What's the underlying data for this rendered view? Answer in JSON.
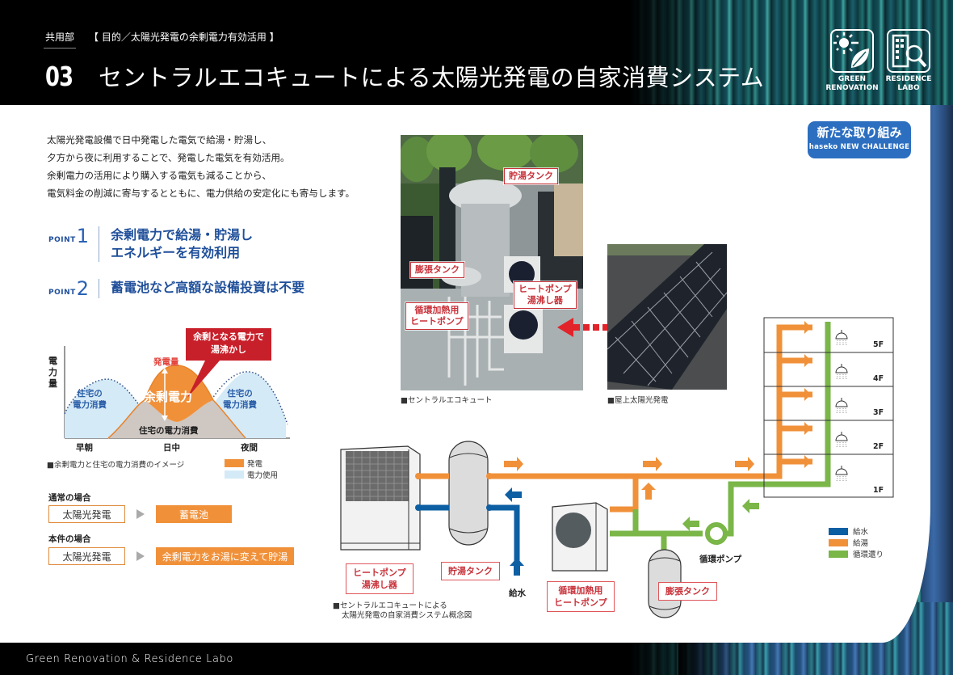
{
  "header": {
    "section": "共用部",
    "purpose": "【 目的／太陽光発電の余剰電力有効活用 】",
    "number": "03",
    "title": "セントラルエコキュートによる太陽光発電の自家消費システム",
    "badges": [
      {
        "icon": "green-renovation-icon",
        "label_line1": "GREEN",
        "label_line2": "RENOVATION"
      },
      {
        "icon": "residence-labo-icon",
        "label_line1": "RESIDENCE",
        "label_line2": "LABO"
      }
    ]
  },
  "new_challenge": {
    "jp": "新たな取り組み",
    "en": "haseko NEW CHALLENGE"
  },
  "intro": [
    "太陽光発電設備で日中発電した電気で給湯・貯湯し、",
    "夕方から夜に利用することで、発電した電気を有効活用。",
    "余剰電力の活用により購入する電気も減ることから、",
    "電気料金の削減に寄与するとともに、電力供給の安定化にも寄与します。"
  ],
  "points": [
    {
      "label": "POINT",
      "num": "1",
      "line1": "余剰電力で給湯・貯湯し",
      "line2": "エネルギーを有効利用"
    },
    {
      "label": "POINT",
      "num": "2",
      "line1": "蓄電池など高額な設備投資は不要",
      "line2": ""
    }
  ],
  "chart_data": {
    "type": "area",
    "title": "余剰電力と住宅の電力消費のイメージ",
    "ylabel": "電力量",
    "xlabel": "",
    "categories": [
      "早朝",
      "日中",
      "夜間"
    ],
    "series": [
      {
        "name": "発電",
        "color": "#f0913a"
      },
      {
        "name": "電力使用",
        "color": "#d5eaf7"
      }
    ],
    "annotations": {
      "generation": "発電量",
      "surplus": "余剰電力",
      "home_left": [
        "住宅の",
        "電力消費"
      ],
      "home_right": [
        "住宅の",
        "電力消費"
      ],
      "home_day": "住宅の電力消費",
      "callout": [
        "余剰となる電力で",
        "湯沸かし"
      ]
    },
    "legend_position": "bottom-right"
  },
  "cases": [
    {
      "title": "通常の場合",
      "source": "太陽光発電",
      "dest": "蓄電池"
    },
    {
      "title": "本件の場合",
      "source": "太陽光発電",
      "dest": "余剰電力をお湯に変えて貯湯"
    }
  ],
  "photos": {
    "ecocute": {
      "caption": "■セントラルエコキュート",
      "tags": [
        "貯湯タンク",
        "膨張タンク",
        "ヒートポンプ\n湯沸し器",
        "循環加熱用\nヒートポンプ"
      ]
    },
    "solar": {
      "caption": "■屋上太陽光発電"
    }
  },
  "diagram": {
    "labels": {
      "heat_pump": [
        "ヒートポンプ",
        "湯沸し器"
      ],
      "storage_tank": "貯湯タンク",
      "water_supply": "給水",
      "circ_heat_pump": [
        "循環加熱用",
        "ヒートポンプ"
      ],
      "expansion_tank": "膨張タンク",
      "circ_pump": "循環ポンプ"
    },
    "floors": [
      "5F",
      "4F",
      "3F",
      "2F",
      "1F"
    ],
    "legend": [
      {
        "name": "給水",
        "color": "#0d5fa3"
      },
      {
        "name": "給湯",
        "color": "#f0913a"
      },
      {
        "name": "循環還り",
        "color": "#7ab648"
      }
    ],
    "caption": [
      "■セントラルエコキュートによる",
      "太陽光発電の自家消費システム概念図"
    ]
  },
  "footer": {
    "text": "Green Renovation & Residence Labo"
  }
}
